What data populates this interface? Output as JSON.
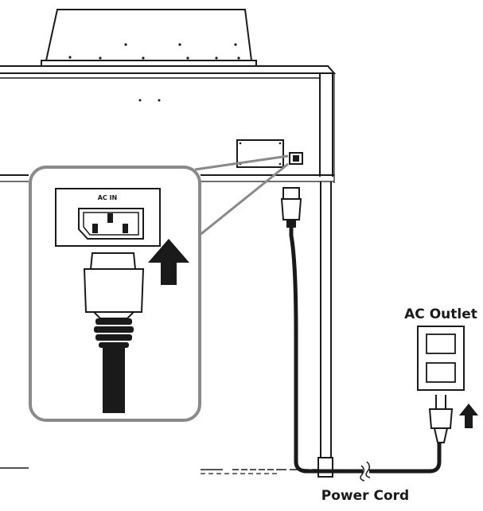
{
  "labels": {
    "ac_in": "AC IN",
    "ac_outlet": "AC Outlet",
    "power_cord": "Power Cord"
  },
  "icons": {
    "insert_direction": "up-arrow-icon",
    "outlet_insert_direction": "up-arrow-icon"
  },
  "colors": {
    "line": "#1a1a1a",
    "callout_border": "#8a8a8a",
    "callout_fill": "#ffffff",
    "piano_body": "#ffffff"
  }
}
